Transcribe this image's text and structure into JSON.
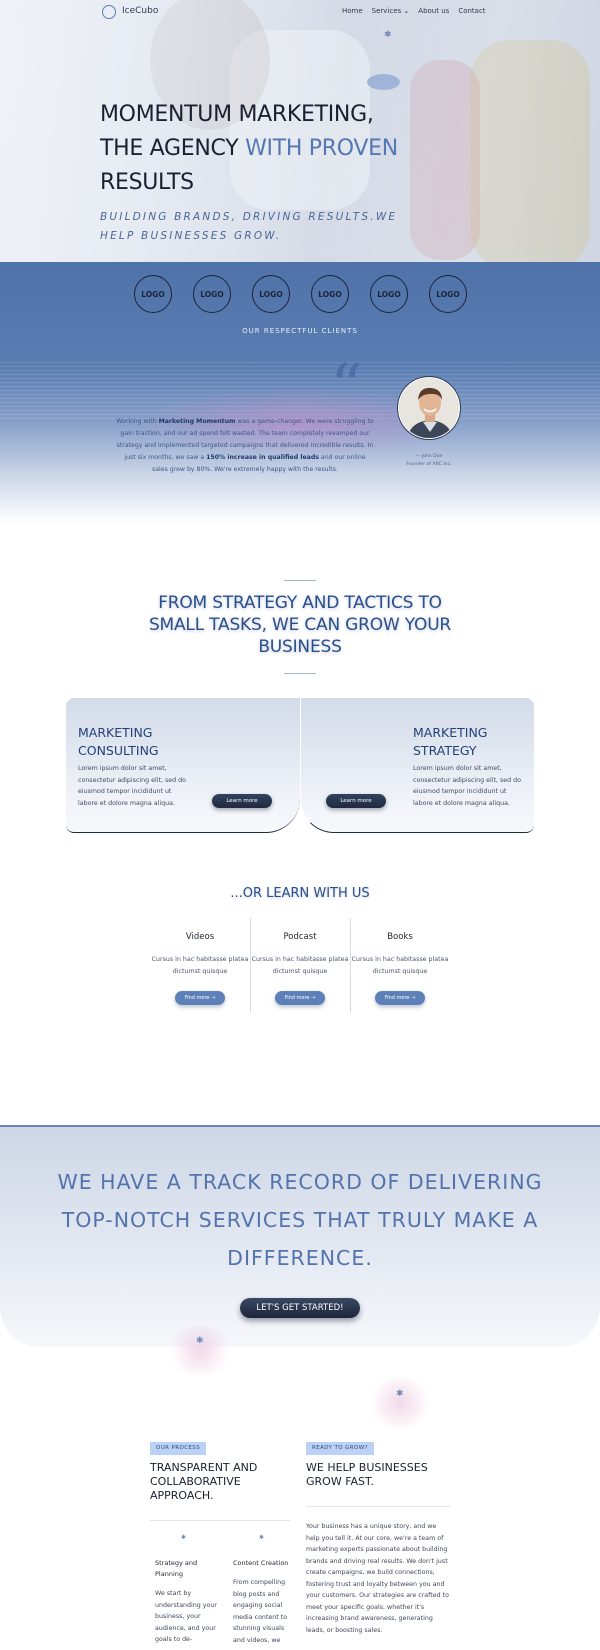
{
  "nav": {
    "brand": "IceCubo",
    "links": [
      "Home",
      "Services",
      "About us",
      "Contact"
    ],
    "services_chevron": "chevron-down-icon"
  },
  "hero": {
    "title_line1": "MOMENTUM MARKETING,",
    "title_line2_a": "THE AGENCY ",
    "title_line2_b": "WITH PROVEN",
    "title_line3": "RESULTS",
    "subtitle": "BUILDING BRANDS, DRIVING RESULTS.WE HELP BUSINESSES GROW."
  },
  "clients": {
    "logos": [
      "LOGO",
      "LOGO",
      "LOGO",
      "LOGO",
      "LOGO",
      "LOGO"
    ],
    "label": "OUR RESPECTFUL CLIENTS"
  },
  "testimonial": {
    "quote_mark": "“",
    "t1": "Working with ",
    "t2": "Marketing Momentum",
    "t3": " was a game-changer. We were struggling to gain traction, and our ad spend felt wasted. The team completely revamped our strategy and implemented targeted campaigns that delivered incredible results. In just six months, we saw a ",
    "t4": "150% increase in qualified leads",
    "t5": " and our online sales grew by 80%. We're extremely happy with the results.",
    "author_name": "— John Doe",
    "author_role": "Founder of ABC Inc."
  },
  "strategy": {
    "title": "FROM STRATEGY AND TACTICS TO SMALL TASKS, WE CAN GROW YOUR BUSINESS"
  },
  "cards": [
    {
      "title": "MARKETING CONSULTING",
      "text": "Lorem ipsum dolor sit amet, consectetur adipiscing elit, sed do eiusmod tempor incididunt ut labore et dolore magna aliqua.",
      "button": "Learn more"
    },
    {
      "title": "MARKETING STRATEGY",
      "text": "Lorem ipsum dolor sit amet, consectetur adipiscing elit, sed do eiusmod tempor incididunt ut labore et dolore magna aliqua.",
      "button": "Learn more"
    }
  ],
  "learn": {
    "title": "...OR LEARN WITH US",
    "columns": [
      {
        "title": "Videos",
        "text": "Cursus in hac habitasse platea dictumst quisque",
        "button": "Find more →"
      },
      {
        "title": "Podcast",
        "text": "Cursus in hac habitasse platea dictumst quisque",
        "button": "Find more →"
      },
      {
        "title": "Books",
        "text": "Cursus in hac habitasse platea dictumst quisque",
        "button": "Find more →"
      }
    ]
  },
  "track": {
    "title_a": "WE HAVE A TRACK RECORD OF DELIVERING TOP-NOTCH SERVICES THAT TRULY MAKE A DIFFERENCE.",
    "button": "LET'S GET STARTED!"
  },
  "process": {
    "tag": "OUR PROCESS",
    "title": "TRANSPARENT AND COLLABORATIVE APPROACH.",
    "steps": [
      {
        "title": "Strategy and Planning",
        "text": "We start by understanding your business, your audience, and your goals to de-"
      },
      {
        "title": "Content Creation",
        "text": "From compelling blog posts and engaging social media content to stunning visuals and videos, we"
      }
    ]
  },
  "grow": {
    "tag": "READY TO GROW?",
    "title": "WE HELP BUSINESSES GROW FAST.",
    "text": "Your business has a unique story, and we help you tell it. At our core, we're a team of marketing experts passionate about building brands and driving real results. We don't just create campaigns, we build connections, fostering trust and loyalty between you and your customers. Our strategies are crafted to meet your specific goals, whether it's increasing brand awareness, generating leads, or boosting sales."
  },
  "colors": {
    "accent": "#5577b2",
    "band": "#4f72a9",
    "dark_button": "#1f2a3f",
    "tag_bg": "#bcd2f4"
  }
}
